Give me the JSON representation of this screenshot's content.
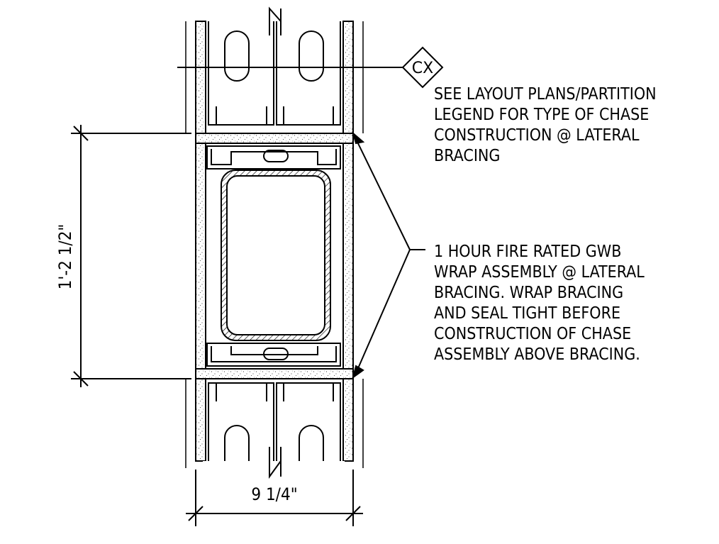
{
  "tag": {
    "label": "CX"
  },
  "notes": {
    "chase": [
      "SEE LAYOUT PLANS/PARTITION",
      "LEGEND FOR TYPE OF CHASE",
      "CONSTRUCTION @ LATERAL",
      "BRACING"
    ],
    "wrap": [
      "1 HOUR FIRE RATED GWB",
      "WRAP ASSEMBLY @ LATERAL",
      "BRACING.  WRAP BRACING",
      "AND SEAL TIGHT BEFORE",
      "CONSTRUCTION OF CHASE",
      "ASSEMBLY ABOVE BRACING."
    ]
  },
  "dimensions": {
    "vertical": "1'-2 1/2\"",
    "horizontal": "9 1/4\""
  }
}
